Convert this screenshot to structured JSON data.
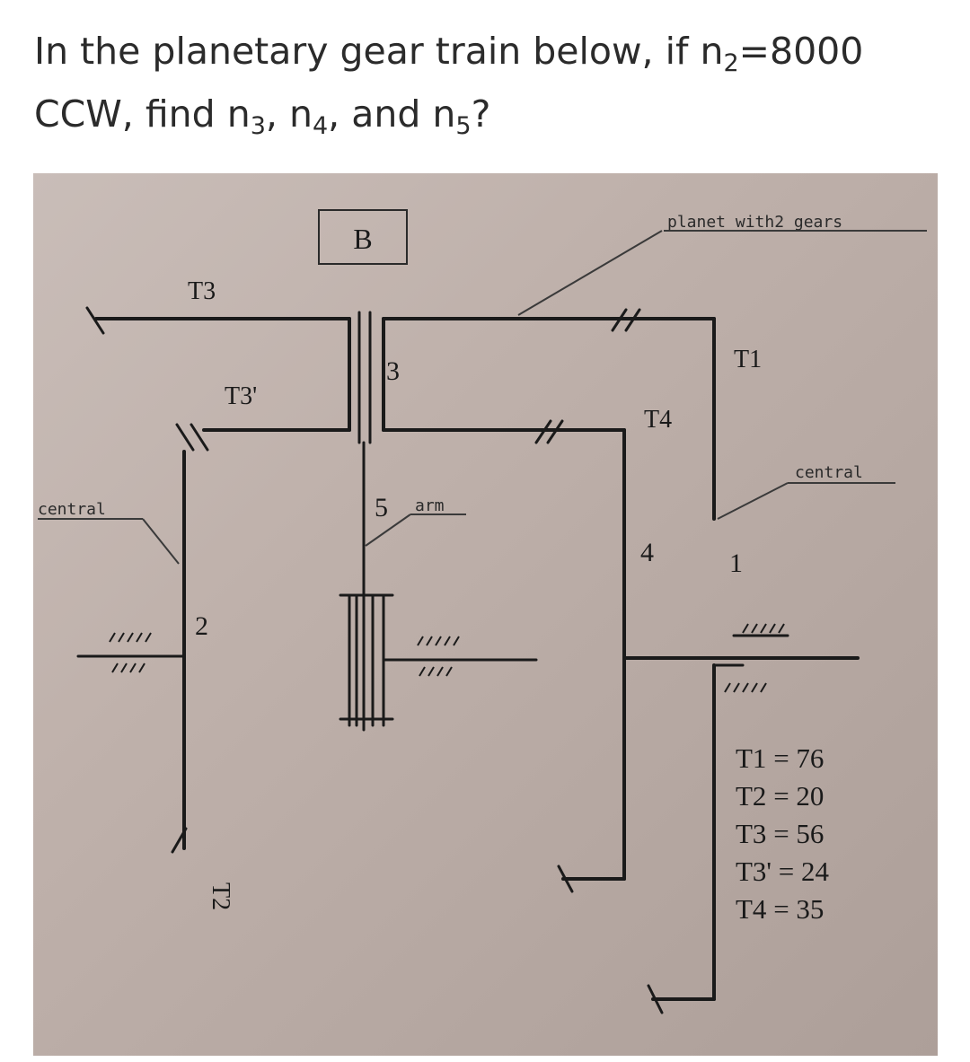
{
  "question": {
    "part1": "In the planetary gear train below, if n",
    "sub_n2": "2",
    "part2": "=8000",
    "part3": "CCW, find n",
    "sub_n3": "3",
    "part4": ", n",
    "sub_n4": "4",
    "part5": ", and n",
    "sub_n5": "5",
    "part6": "?"
  },
  "diagram": {
    "box_label": "B",
    "planet_note": "planet with2 gears",
    "central_left": "central",
    "central_right": "central",
    "arm_label": "arm",
    "t3": "T3",
    "t3p": "T3'",
    "t2": "T2",
    "t4": "T4",
    "t1": "T1",
    "num_1": "1",
    "num_2": "2",
    "num_3": "3",
    "num_4": "4",
    "num_5": "5",
    "teeth": [
      {
        "label": "T1",
        "value": "76"
      },
      {
        "label": "T2",
        "value": "20"
      },
      {
        "label": "T3",
        "value": "56"
      },
      {
        "label": "T3'",
        "value": "24"
      },
      {
        "label": "T4",
        "value": "35"
      }
    ]
  },
  "colors": {
    "ink": "#1a1a1a",
    "paper": "#bfb1ab",
    "text": "#2b2b2b"
  }
}
